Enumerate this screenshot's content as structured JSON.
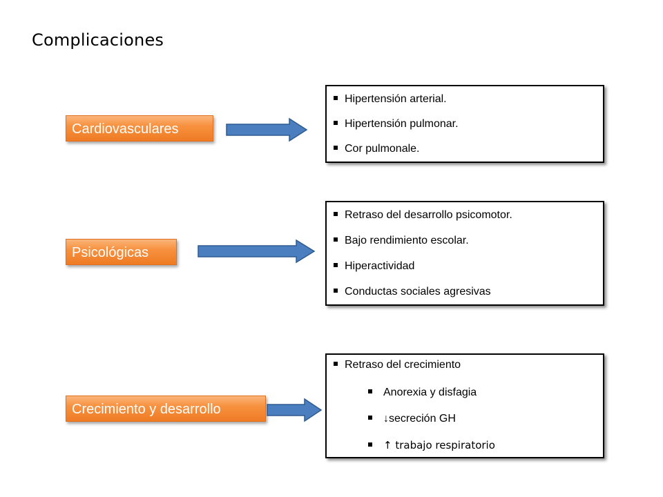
{
  "title": "Complicaciones",
  "colors": {
    "label_fill": "#f7913f",
    "arrow_fill": "#4a7ebf",
    "arrow_stroke": "#2e5a8f",
    "box_border": "#000000"
  },
  "items": [
    {
      "label": "Cardiovasculares",
      "bullets": [
        "Hipertensión arterial.",
        "Hipertensión pulmonar.",
        "Cor pulmonale."
      ]
    },
    {
      "label": "Psicológicas",
      "bullets": [
        "Retraso del desarrollo psicomotor.",
        "Bajo rendimiento escolar.",
        "Hiperactividad",
        "Conductas sociales agresivas"
      ]
    },
    {
      "label": "Crecimiento y desarrollo",
      "bullets": [
        "Retraso del crecimiento"
      ],
      "sub_bullets": [
        "Anorexia y disfagia",
        "↓secreción GH",
        "↑ trabajo respiratorio"
      ]
    }
  ]
}
